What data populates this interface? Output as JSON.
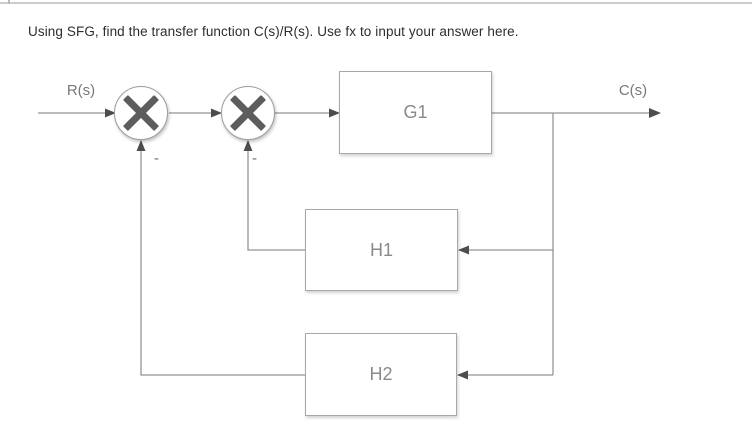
{
  "page": {
    "question": "Using SFG, find the transfer function C(s)/R(s). Use fx to input your answer here."
  },
  "diagram": {
    "input_label": "R(s)",
    "output_label": "C(s)",
    "blocks": [
      {
        "label": "G1"
      },
      {
        "label": "H1"
      },
      {
        "label": "H2"
      }
    ],
    "summing_junctions": [
      {
        "symbol": "multiply-cross",
        "sign": "-"
      },
      {
        "symbol": "multiply-cross",
        "sign": "-"
      }
    ],
    "colors": {
      "connector_line": "#949494",
      "arrowhead": "#4d4d4d",
      "block_border": "#a8a8a8",
      "diagram_text": "#8a8a8a",
      "question_text": "#2d2d2d",
      "top_border": "#cccccc"
    }
  }
}
